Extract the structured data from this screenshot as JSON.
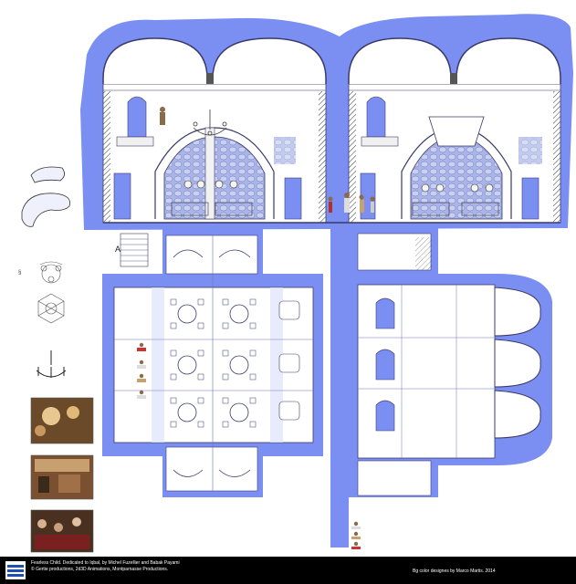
{
  "footer": {
    "credit_line_1": "Fearless Child. Dedicated to Iqbal, by Michel Fuzellier and Babak Payami",
    "credit_line_2": "© Gertie productions, 2d3D Animations, Montparnasse Productions.",
    "credit_right": "Bg color designes by Marco Martis. 2014"
  },
  "plan_labels": {
    "stair_marker": "A"
  },
  "colors": {
    "plan_blue": "#7b8ff3",
    "plan_blue_dark": "#3448c8",
    "line": "#3a3a6a",
    "footer_bg": "#000000"
  }
}
